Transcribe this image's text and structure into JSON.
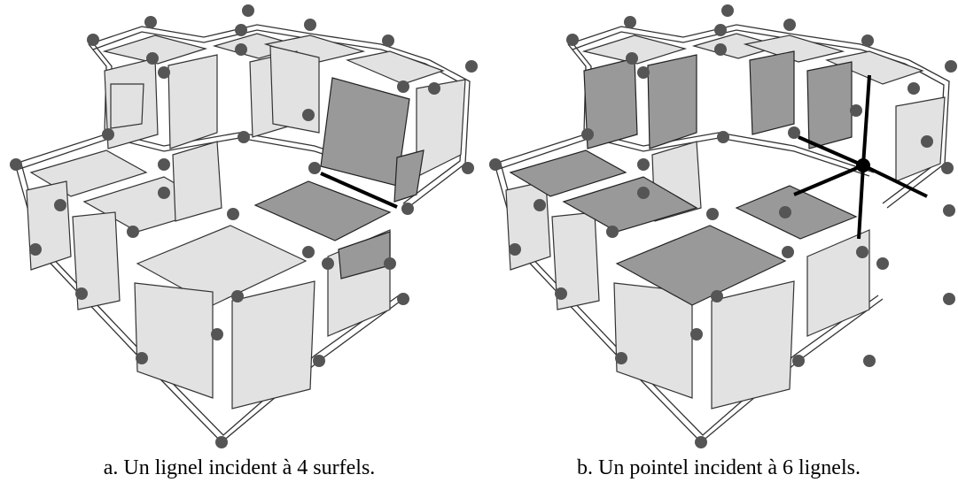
{
  "figures": [
    {
      "id": "a",
      "caption": "a. Un lignel incident à 4 surfels.",
      "highlight": "lignel"
    },
    {
      "id": "b",
      "caption": "b. Un pointel incident à 6 lignels.",
      "highlight": "pointel"
    }
  ],
  "colors": {
    "light_face": "#e2e2e2",
    "dark_face": "#999999",
    "vertex": "#555555",
    "highlight": "#000000",
    "edge": "#333333"
  }
}
